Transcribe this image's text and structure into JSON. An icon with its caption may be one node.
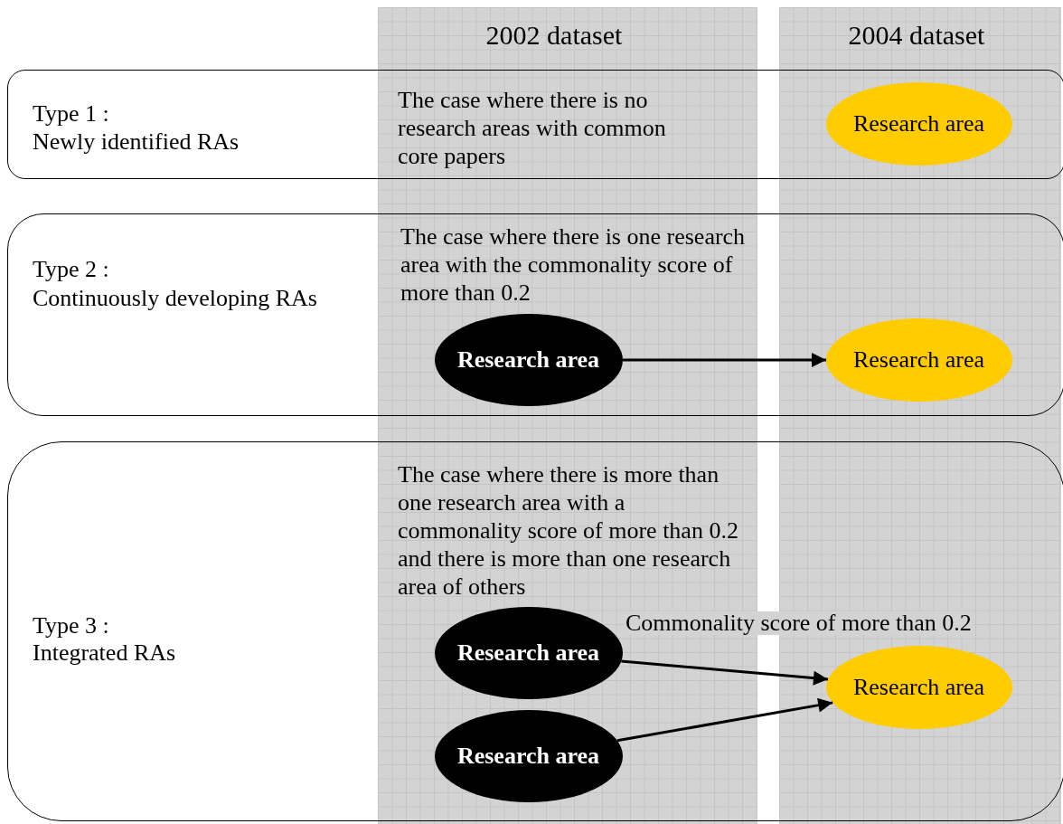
{
  "diagram": {
    "nodes": [
      {
        "text": [
          "Type 1 :",
          "Newly identified RAs",
          "The case where there is no research areas with common core papers"
        ]
      },
      {
        "text": [
          "Research area"
        ],
        "in": 0
      },
      {
        "text": [
          "Type 2 :",
          "Continuously developing RAs",
          "The case where there is one research area with the commonality score of more than 0.2"
        ]
      },
      {
        "text": [
          "Research area"
        ],
        "in": 2
      },
      {
        "text": [
          "Research area"
        ],
        "in": 2
      },
      {
        "text": [
          "Type 3 :",
          "Integrated RAs",
          "The case where there is more than one research area with a commonality score of more than 0.2 and there is more than one research area of others"
        ]
      },
      {
        "text": [
          "Research area"
        ],
        "in": 5
      },
      {
        "text": [
          "Research area"
        ],
        "in": 5
      },
      {
        "text": [
          "Research area"
        ],
        "in": 5
      }
    ],
    "edges": [
      {
        "from": 3,
        "to": 4,
        "arrow": "to"
      },
      {
        "from": 6,
        "to": 8,
        "arrow": "to",
        "label": "Commonality score of more than 0.2"
      },
      {
        "from": 7,
        "to": 8,
        "arrow": "to"
      }
    ],
    "labels": [
      "2002 dataset",
      "2004 dataset"
    ]
  }
}
